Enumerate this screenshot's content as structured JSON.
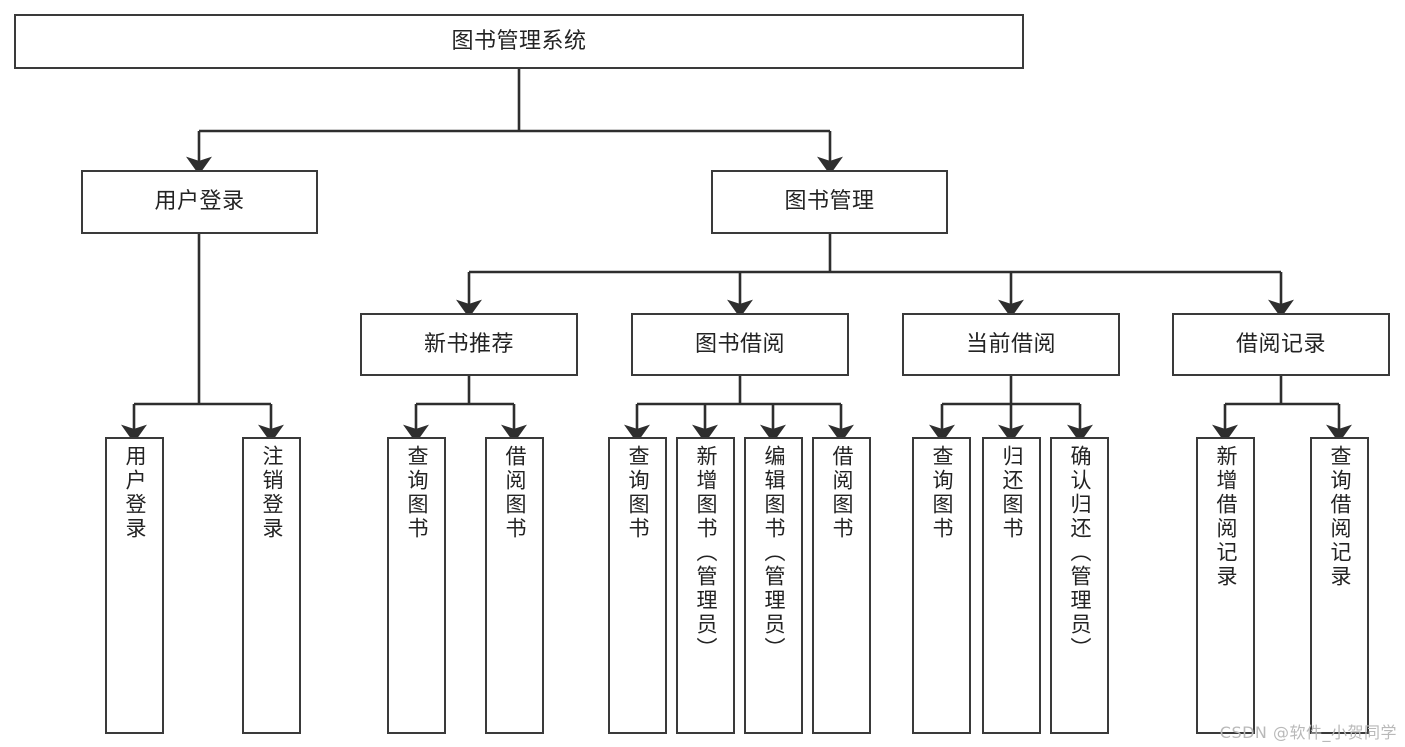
{
  "diagram": {
    "title": "图书管理系统",
    "type": "tree",
    "watermark": "CSDN @软件_小贺同学",
    "colors": {
      "box_border": "#3a3a3a",
      "box_fill": "#ffffff",
      "edge": "#2e2e2e",
      "text": "#232323",
      "watermark": "#b9b9b9",
      "background": "#ffffff"
    },
    "root": {
      "label": "图书管理系统"
    },
    "level2": [
      {
        "label": "用户登录"
      },
      {
        "label": "图书管理"
      }
    ],
    "level3": [
      {
        "label": "新书推荐"
      },
      {
        "label": "图书借阅"
      },
      {
        "label": "当前借阅"
      },
      {
        "label": "借阅记录"
      }
    ],
    "leaves": {
      "user_login": [
        {
          "label": "用户登录"
        },
        {
          "label": "注销登录"
        }
      ],
      "new_book_recommend": [
        {
          "label": "查询图书"
        },
        {
          "label": "借阅图书"
        }
      ],
      "book_borrow": [
        {
          "label": "查询图书"
        },
        {
          "label": "新增图书（管理员）"
        },
        {
          "label": "编辑图书（管理员）"
        },
        {
          "label": "借阅图书"
        }
      ],
      "current_borrow": [
        {
          "label": "查询图书"
        },
        {
          "label": "归还图书"
        },
        {
          "label": "确认归还（管理员）"
        }
      ],
      "borrow_records": [
        {
          "label": "新增借阅记录"
        },
        {
          "label": "查询借阅记录"
        }
      ]
    }
  }
}
